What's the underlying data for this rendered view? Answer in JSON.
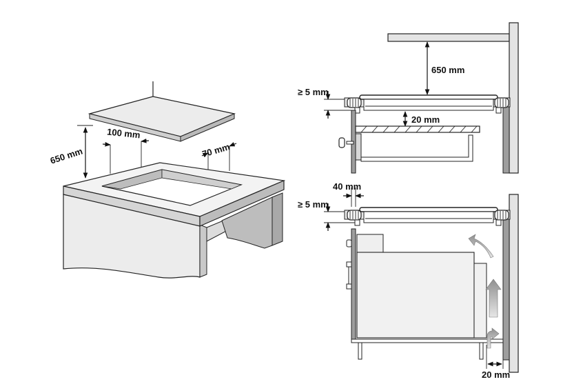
{
  "left_diagram": {
    "height_label": "650 mm",
    "back_clearance_label": "100 mm",
    "side_clearance_label": "70 mm"
  },
  "right_top_diagram": {
    "hood_height_label": "650 mm",
    "gap_label": "≥ 5 mm",
    "drawer_gap_label": "20 mm"
  },
  "right_bottom_diagram": {
    "front_label": "40 mm",
    "gap_label": "≥ 5 mm",
    "rear_vent_label": "20 mm"
  },
  "colors": {
    "line": "#222222",
    "panel_light": "#f2f2f2",
    "panel_mid": "#d9d9d9",
    "panel_dark": "#b5b5b5",
    "arrow_grey": "#9a9a9a"
  }
}
